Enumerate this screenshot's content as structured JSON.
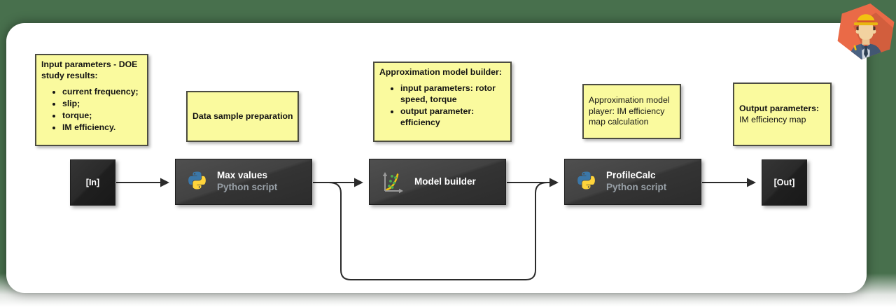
{
  "colors": {
    "bg_green": "#48704d",
    "note_fill": "#fafa9e",
    "note_border": "#4c4c41",
    "note_text": "#141414",
    "arrow": "#2b2b2b",
    "python_blue": "#3b77a8",
    "python_yellow": "#ffd43b",
    "block_title": "#ffffff",
    "block_subtitle": "#99a1a8",
    "badge_orange": "#ea6a47",
    "hat_yellow": "#f2c311",
    "axis_gray": "#9a9a9a",
    "dot_green": "#4caf50",
    "curve_yellow": "#f2c311"
  },
  "notes": [
    {
      "title": "Input parameters - DOE study results:",
      "bullets": [
        "current frequency;",
        "slip;",
        "torque;",
        "IM efficiency."
      ]
    },
    {
      "text": "Data sample preparation"
    },
    {
      "title": "Approximation model builder:",
      "bullets": [
        "input parameters: rotor speed, torque",
        "output parameter: efficiency"
      ]
    },
    {
      "text": "Approximation model player: IM efficiency map calculation"
    },
    {
      "title": "Output parameters:",
      "text": "IM efficiency map"
    }
  ],
  "nodes": [
    {
      "label": "[In]"
    },
    {
      "title": "Max values",
      "subtitle": "Python script",
      "icon": "python-logo"
    },
    {
      "title": "Model builder",
      "icon": "scatter-chart"
    },
    {
      "title": "ProfileCalc",
      "subtitle": "Python script",
      "icon": "python-logo"
    },
    {
      "label": "[Out]"
    }
  ],
  "badge": {
    "icon": "engineer-avatar"
  }
}
